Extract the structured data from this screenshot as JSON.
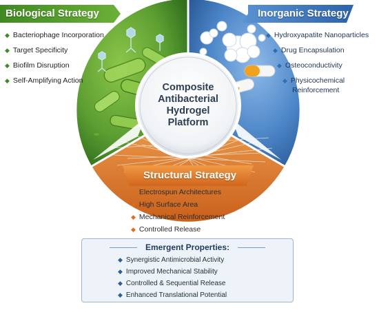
{
  "center": {
    "title_lines": [
      "Composite",
      "Antibacterial",
      "Hydrogel",
      "Platform"
    ]
  },
  "biological": {
    "title": "Biological Strategy",
    "color": "#4f9a2f",
    "items": [
      "Bacteriophage Incorporation",
      "Target Specificity",
      "Biofilm Disruption",
      "Self-Amplifying Action"
    ]
  },
  "inorganic": {
    "title": "Inorganic Strategy",
    "color": "#3b78c2",
    "items": [
      "Hydroxyapatite Nanoparticles",
      "Drug Encapsulation",
      "Osteoconductivity",
      "Physicochemical",
      "Reinforcement"
    ]
  },
  "structural": {
    "title": "Structural Strategy",
    "color": "#e0782a",
    "items": [
      "Electrospun Architectures",
      "High Surface Area",
      "Mechanical Reinforcement",
      "Controlled Release"
    ]
  },
  "emergent": {
    "title": "Emergent Properties:",
    "items": [
      "Synergistic Antimicrobial Activity",
      "Improved Mechanical Stability",
      "Controlled & Sequential Release",
      "Enhanced Translational Potential"
    ]
  }
}
